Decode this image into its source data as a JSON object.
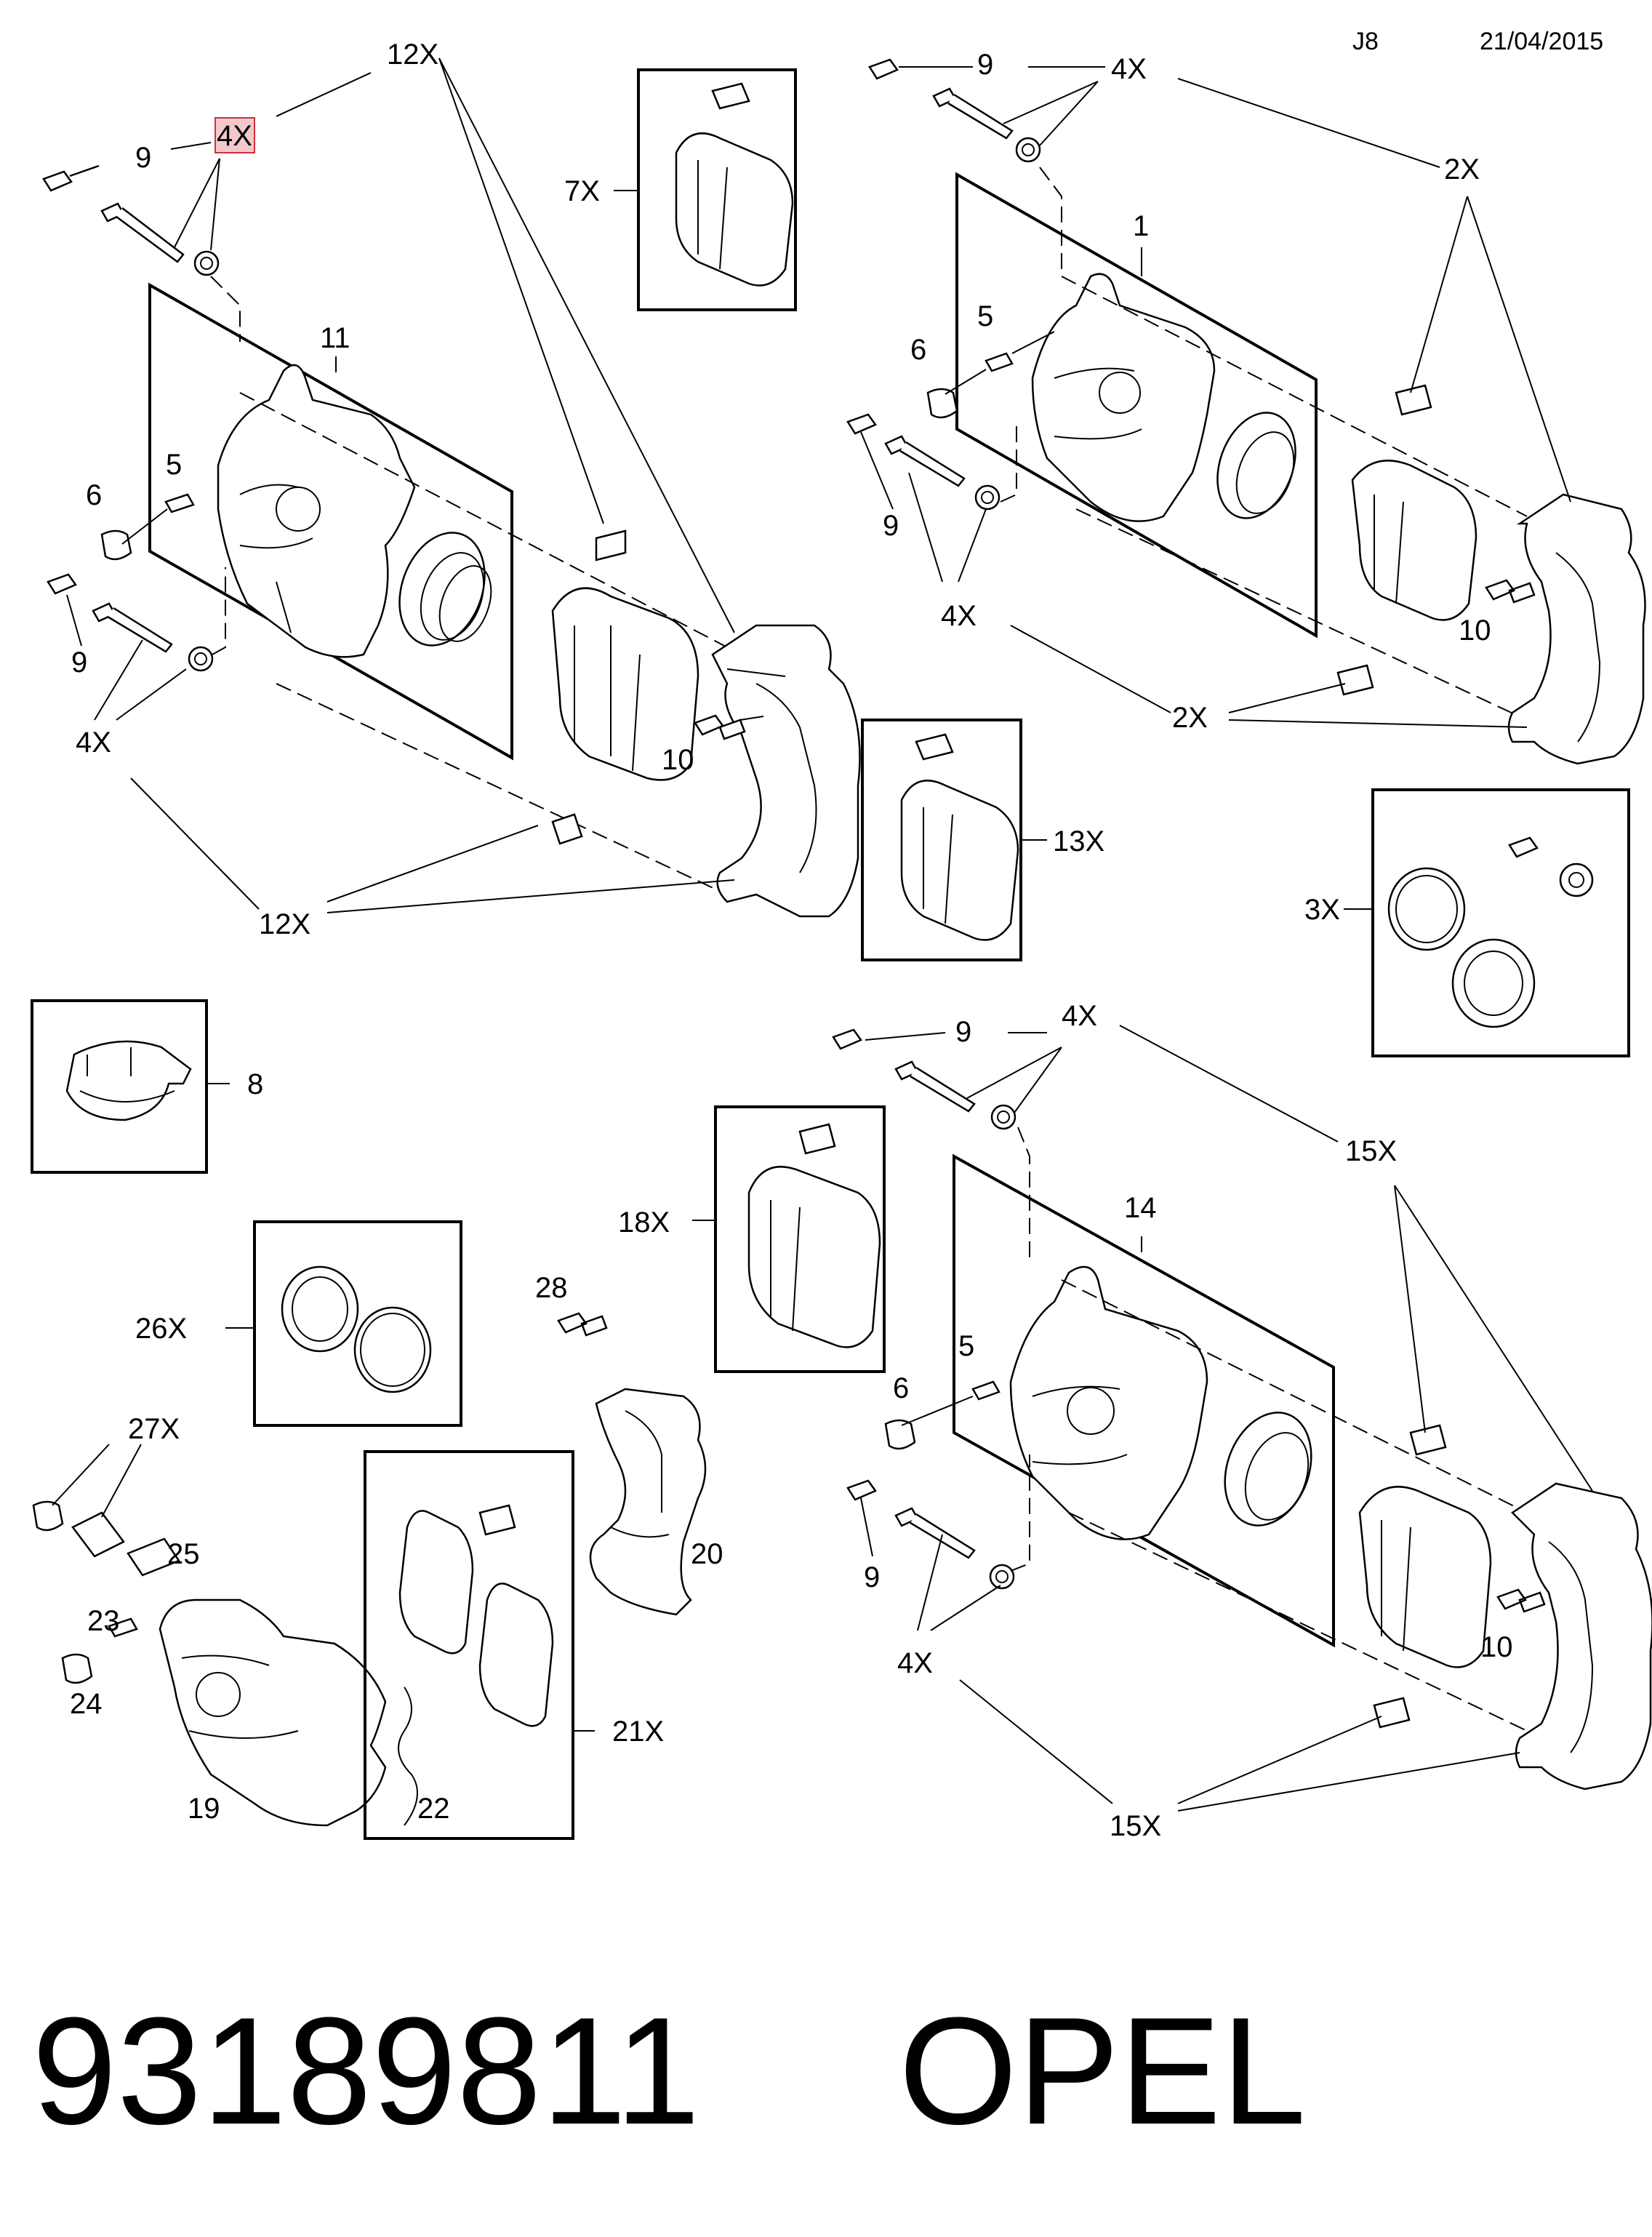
{
  "header": {
    "sheet": "J8",
    "date": "21/04/2015"
  },
  "footer": {
    "part_number": "93189811",
    "brand": "OPEL"
  },
  "callouts": {
    "c12x_top": "12X",
    "c4x_top_left_highlighted": "4X",
    "c9_top_left": "9",
    "c7x": "7X",
    "c9_top_right": "9",
    "c4x_top_right": "4X",
    "c2x_top": "2X",
    "c1": "1",
    "c5_right": "5",
    "c6_right": "6",
    "c11": "11",
    "c5_left": "5",
    "c6_left": "6",
    "c9_left_mid": "9",
    "c4x_left_mid": "4X",
    "c10_left": "10",
    "c12x_bottom": "12X",
    "c13x": "13X",
    "c9_right_mid": "9",
    "c4x_right_mid": "4X",
    "c10_right": "10",
    "c2x_bottom": "2X",
    "c3x": "3X",
    "c8": "8",
    "c9_lower": "9",
    "c4x_lower": "4X",
    "c15x_top": "15X",
    "c18x": "18X",
    "c14": "14",
    "c5_lower": "5",
    "c6_lower": "6",
    "c28": "28",
    "c26x": "26X",
    "c27x": "27X",
    "c20": "20",
    "c25": "25",
    "c23": "23",
    "c24": "24",
    "c19": "19",
    "c21x": "21X",
    "c22": "22",
    "c9_lower2": "9",
    "c4x_lower2": "4X",
    "c10_lower": "10",
    "c15x_bottom": "15X"
  }
}
